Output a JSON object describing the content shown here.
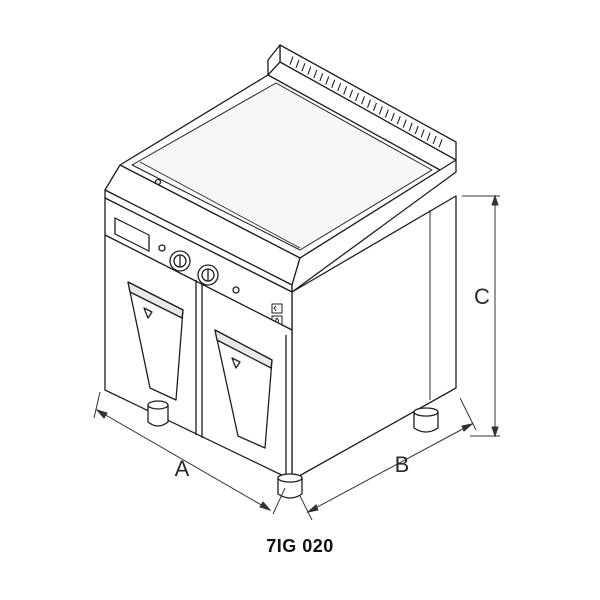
{
  "dimensions": {
    "width_label": "A",
    "depth_label": "B",
    "height_label": "C"
  },
  "model": {
    "code": "7IG 020"
  },
  "colors": {
    "line": "#1e1e1e",
    "dimension_line": "#333333",
    "body_fill": "#ffffff",
    "shade_fill": "#e9e9e9"
  },
  "icons": [
    "warning-sticker-icon",
    "ce-mark-icon",
    "gas-icon"
  ]
}
